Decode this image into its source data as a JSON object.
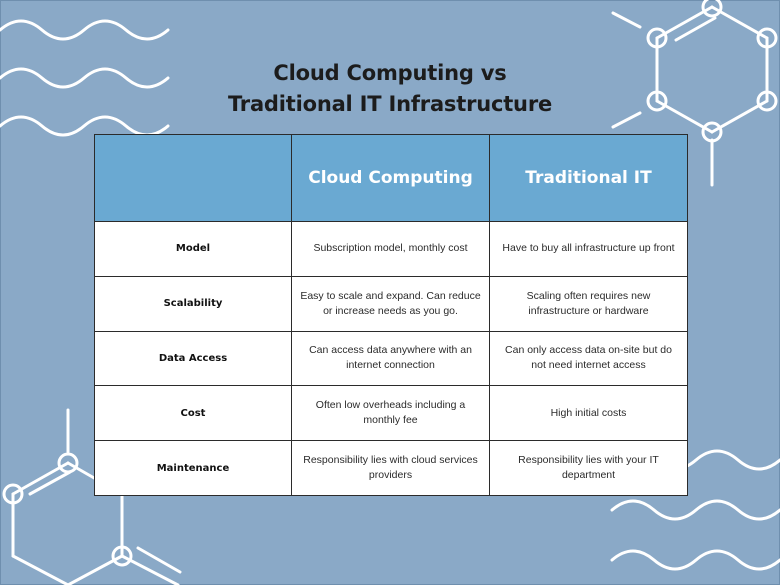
{
  "title": {
    "line1": "Cloud Computing vs",
    "line2": "Traditional IT Infrastructure"
  },
  "colors": {
    "background": "#8aa9c7",
    "header": "#6aa9d2",
    "decoration": "#ffffff",
    "title_text": "#1c1c1c"
  },
  "table": {
    "columns": [
      "",
      "Cloud Computing",
      "Traditional IT"
    ],
    "rows": [
      {
        "label": "Model",
        "cloud": "Subscription model, monthly cost",
        "traditional": "Have to buy all infrastructure up front"
      },
      {
        "label": "Scalability",
        "cloud": "Easy to scale and expand. Can reduce or increase needs as you go.",
        "traditional": "Scaling often requires new infrastructure or hardware"
      },
      {
        "label": "Data Access",
        "cloud": "Can access data anywhere with an internet connection",
        "traditional": "Can only access data on-site but do not need internet access"
      },
      {
        "label": "Cost",
        "cloud": "Often low overheads including a monthly fee",
        "traditional": "High initial costs"
      },
      {
        "label": "Maintenance",
        "cloud": "Responsibility lies with cloud services providers",
        "traditional": "Responsibility lies with your IT department"
      }
    ]
  }
}
